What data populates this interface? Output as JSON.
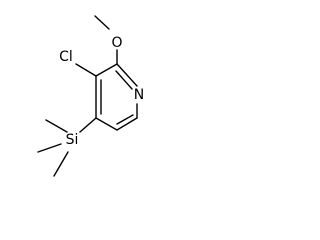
{
  "molecule": {
    "atoms": {
      "methoxy_oxygen": "O",
      "ring_nitrogen": "N",
      "chlorine": "Cl",
      "silicon": "Si"
    }
  },
  "colors": {
    "bond": "#000000",
    "text": "#000000",
    "background": "#ffffff"
  }
}
